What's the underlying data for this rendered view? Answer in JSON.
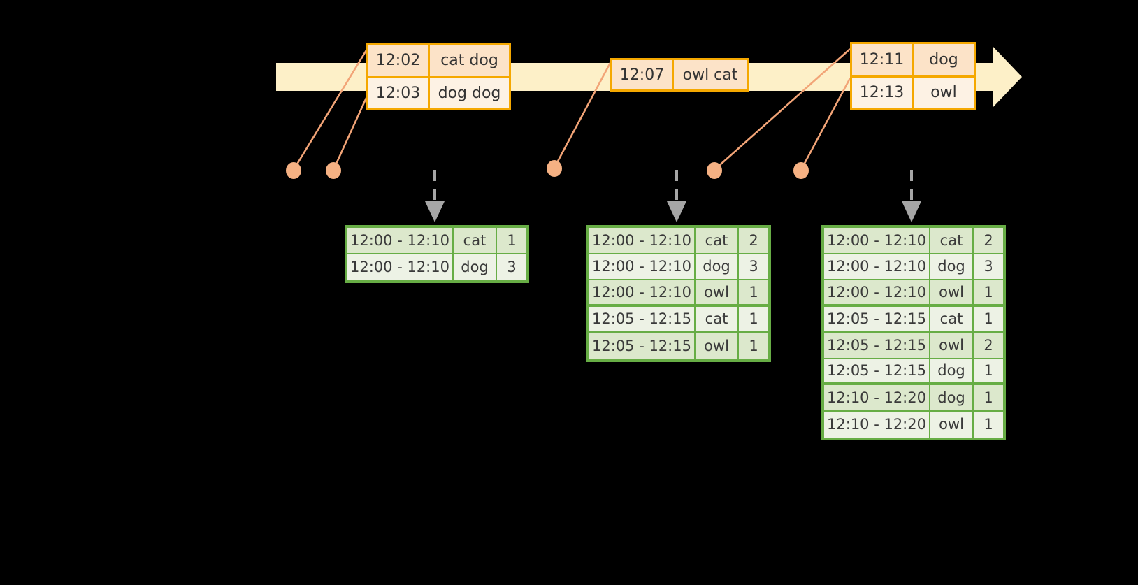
{
  "colors": {
    "background": "#000000",
    "timeline_band": "#FDF0C8",
    "event_border": "#F5A800",
    "event_fill_dark": "#FCE3C8",
    "event_fill_light": "#FDF2E4",
    "table_border": "#67AD45",
    "table_fill_dark": "#DCE8CC",
    "table_fill_light": "#EDF2E5",
    "dot": "#F5B183",
    "connector": "#F2A477",
    "arrow": "#A6A6A6"
  },
  "timeline": {
    "name": "stream-timeline",
    "event_groups": [
      {
        "name": "event-group-1",
        "rows": [
          {
            "time": "12:02",
            "words": "cat dog"
          },
          {
            "time": "12:03",
            "words": "dog dog"
          }
        ]
      },
      {
        "name": "event-group-2",
        "rows": [
          {
            "time": "12:07",
            "words": "owl cat"
          }
        ]
      },
      {
        "name": "event-group-3",
        "rows": [
          {
            "time": "12:11",
            "words": "dog"
          },
          {
            "time": "12:13",
            "words": "owl"
          }
        ]
      }
    ],
    "dots": [
      {
        "name": "event-dot-1202"
      },
      {
        "name": "event-dot-1203"
      },
      {
        "name": "event-dot-1207"
      },
      {
        "name": "event-dot-1211"
      },
      {
        "name": "event-dot-1213"
      }
    ]
  },
  "result_tables": [
    {
      "name": "result-table-1",
      "rows": [
        {
          "window": "12:00 - 12:10",
          "word": "cat",
          "count": "1"
        },
        {
          "window": "12:00 - 12:10",
          "word": "dog",
          "count": "3"
        }
      ]
    },
    {
      "name": "result-table-2",
      "rows": [
        {
          "window": "12:00 - 12:10",
          "word": "cat",
          "count": "2"
        },
        {
          "window": "12:00 - 12:10",
          "word": "dog",
          "count": "3"
        },
        {
          "window": "12:00 - 12:10",
          "word": "owl",
          "count": "1"
        },
        {
          "window": "12:05 - 12:15",
          "word": "cat",
          "count": "1"
        },
        {
          "window": "12:05 - 12:15",
          "word": "owl",
          "count": "1"
        }
      ]
    },
    {
      "name": "result-table-3",
      "rows": [
        {
          "window": "12:00 - 12:10",
          "word": "cat",
          "count": "2"
        },
        {
          "window": "12:00 - 12:10",
          "word": "dog",
          "count": "3"
        },
        {
          "window": "12:00 - 12:10",
          "word": "owl",
          "count": "1"
        },
        {
          "window": "12:05 - 12:15",
          "word": "cat",
          "count": "1"
        },
        {
          "window": "12:05 - 12:15",
          "word": "owl",
          "count": "2"
        },
        {
          "window": "12:05 - 12:15",
          "word": "dog",
          "count": "1"
        },
        {
          "window": "12:10 - 12:20",
          "word": "dog",
          "count": "1"
        },
        {
          "window": "12:10 - 12:20",
          "word": "owl",
          "count": "1"
        }
      ]
    }
  ]
}
